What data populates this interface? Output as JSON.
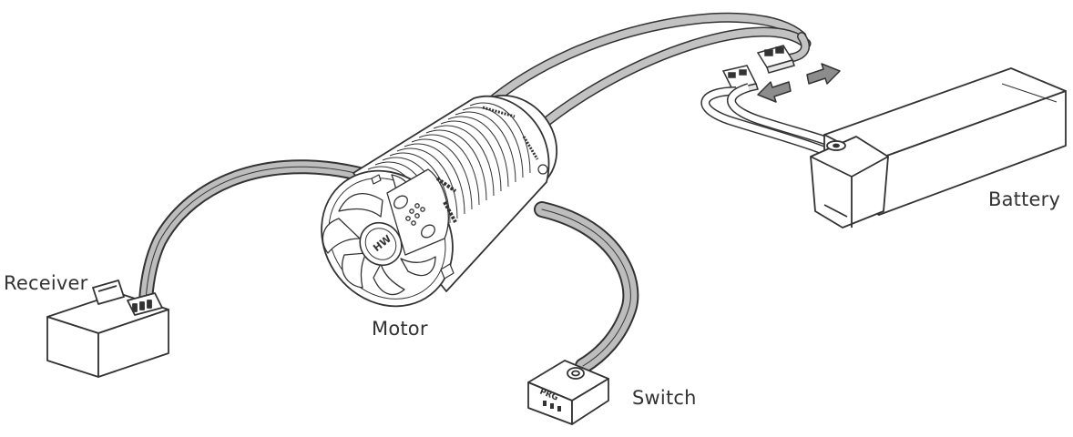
{
  "labels": {
    "receiver": "Receiver",
    "motor": "Motor",
    "switch": "Switch",
    "battery": "Battery"
  },
  "motor_marks": {
    "switch_text": "PRG",
    "logo_text": "HW"
  },
  "colors": {
    "outline": "#333333",
    "wire_fill": "#bdbdbd",
    "arrow_fill": "#8c8c8c",
    "label_text": "#333333",
    "background": "#ffffff"
  }
}
